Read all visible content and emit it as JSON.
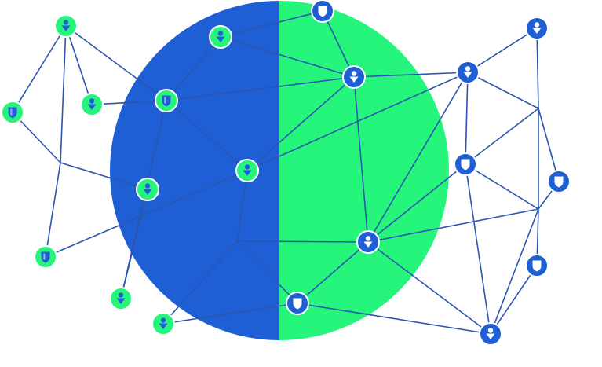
{
  "colors": {
    "background": "#ffffff",
    "circle_left": "#1f5fd6",
    "circle_right": "#26f57c",
    "edge": "#2a55b0",
    "node_blue": "#1f5fd6",
    "node_green": "#26f57c"
  },
  "nodes": [
    {
      "id": "n1",
      "icon": "person-icon",
      "fill": "green"
    },
    {
      "id": "n2",
      "icon": "person-icon",
      "fill": "green"
    },
    {
      "id": "n3",
      "icon": "shield-icon",
      "fill": "blue"
    },
    {
      "id": "n4",
      "icon": "shield-icon",
      "fill": "green"
    },
    {
      "id": "n5",
      "icon": "person-icon",
      "fill": "green"
    },
    {
      "id": "n6",
      "icon": "shield-icon",
      "fill": "green"
    },
    {
      "id": "n7",
      "icon": "person-icon",
      "fill": "blue"
    },
    {
      "id": "n8",
      "icon": "person-icon",
      "fill": "blue"
    },
    {
      "id": "n9",
      "icon": "person-icon",
      "fill": "blue"
    },
    {
      "id": "n10",
      "icon": "person-icon",
      "fill": "green"
    },
    {
      "id": "n11",
      "icon": "person-icon",
      "fill": "green"
    },
    {
      "id": "n12",
      "icon": "shield-icon",
      "fill": "blue"
    },
    {
      "id": "n13",
      "icon": "shield-icon",
      "fill": "blue"
    },
    {
      "id": "n14",
      "icon": "shield-icon",
      "fill": "green"
    },
    {
      "id": "n15",
      "icon": "person-icon",
      "fill": "blue"
    },
    {
      "id": "n16",
      "icon": "person-icon",
      "fill": "green"
    },
    {
      "id": "n17",
      "icon": "shield-icon",
      "fill": "blue"
    },
    {
      "id": "n18",
      "icon": "person-icon",
      "fill": "green"
    },
    {
      "id": "n19",
      "icon": "person-icon",
      "fill": "blue"
    }
  ]
}
